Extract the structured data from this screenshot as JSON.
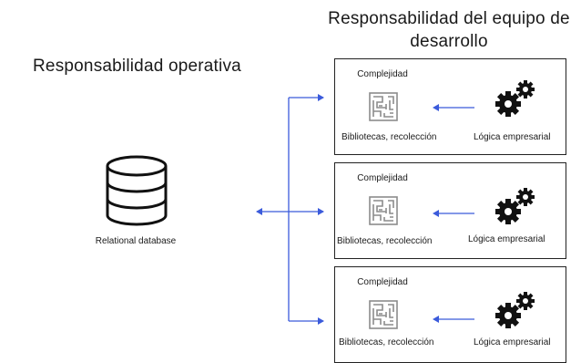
{
  "titles": {
    "operations": "Responsabilidad operativa",
    "dev_team": "Responsabilidad del equipo de desarrollo"
  },
  "database": {
    "label": "Relational database",
    "icon": "database-icon"
  },
  "services": [
    {
      "complexity": "Complejidad",
      "libraries": "Bibliotecas, recolección",
      "logic": "Lógica empresarial"
    },
    {
      "complexity": "Complejidad",
      "libraries": "Bibliotecas, recolección",
      "logic": "Lógica empresarial"
    },
    {
      "complexity": "Complejidad",
      "libraries": "Bibliotecas, recolección",
      "logic": "Lógica empresarial"
    }
  ],
  "colors": {
    "arrow": "#3b5bdb",
    "gear": "#111111",
    "maze": "#8c8c8c"
  }
}
